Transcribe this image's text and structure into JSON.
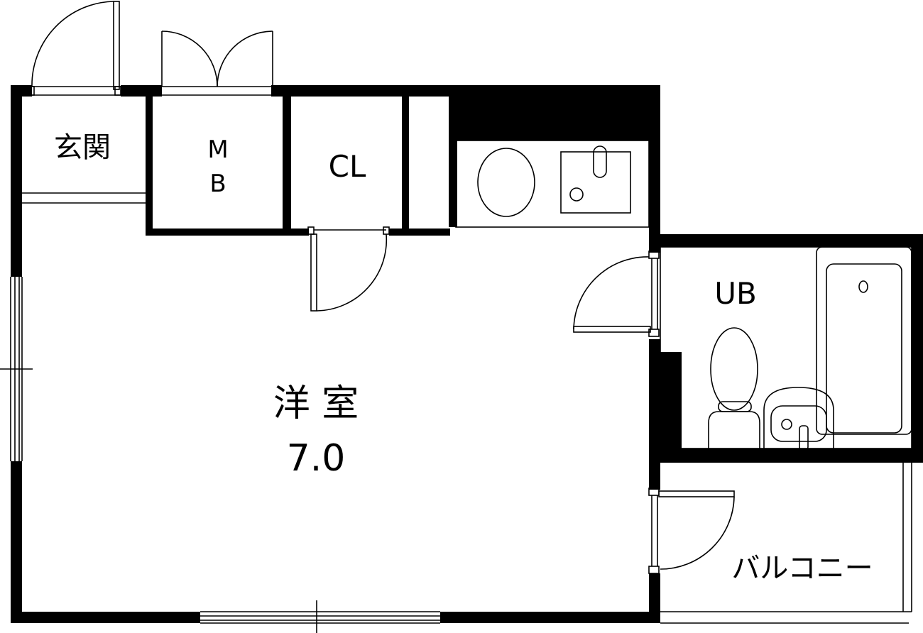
{
  "rooms": {
    "entrance": "玄関",
    "mb_top": "M",
    "mb_bottom": "B",
    "closet": "CL",
    "unit_bath": "UB",
    "western_room": "洋 室",
    "western_room_size": "7.0",
    "balcony": "バルコニー"
  }
}
